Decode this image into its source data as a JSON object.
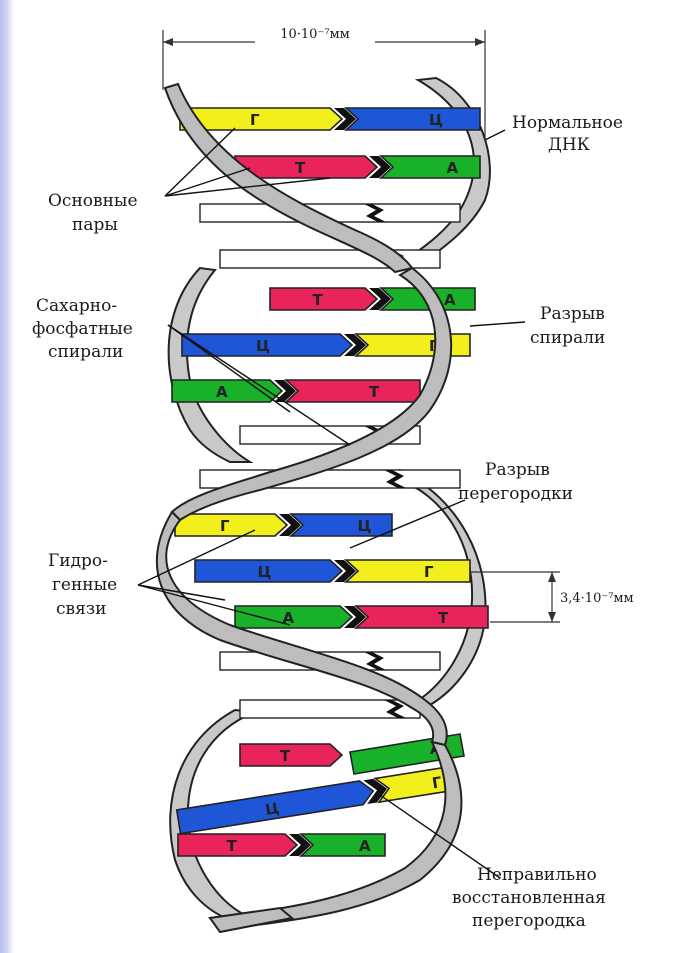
{
  "width_label": "10·10⁻⁷мм",
  "spacing_label": "3,4·10⁻⁷мм",
  "labels": {
    "normal_dna": [
      "Нормальное",
      "ДНК"
    ],
    "base_pairs": [
      "Основные",
      "пары"
    ],
    "sugar_phosphate": [
      "Сахарно-",
      "фосфатные",
      "спирали"
    ],
    "helix_break": [
      "Разрыв",
      "спирали"
    ],
    "partition_break": [
      "Разрыв",
      "перегородки"
    ],
    "hydrogen_bonds": [
      "Гидро-",
      "генные",
      "связи"
    ],
    "misrepaired": [
      "Неправильно",
      "восстановленная",
      "перегородка"
    ]
  },
  "base_pairs": [
    {
      "left": "Г",
      "right": "Ц"
    },
    {
      "left": "Т",
      "right": "А"
    },
    {
      "left": "Т",
      "right": "А"
    },
    {
      "left": "Ц",
      "right": "Г"
    },
    {
      "left": "А",
      "right": "Т"
    },
    {
      "left": "Г",
      "right": "Ц"
    },
    {
      "left": "Ц",
      "right": "Г"
    },
    {
      "left": "А",
      "right": "Т"
    },
    {
      "left": "Т",
      "right": "А"
    },
    {
      "left": "Ц",
      "right": "Г"
    },
    {
      "left": "Т",
      "right": "А"
    }
  ],
  "colors": {
    "Г": "#f2ef1c",
    "Ц": "#1f56d8",
    "Т": "#e8245a",
    "А": "#19b02a"
  }
}
